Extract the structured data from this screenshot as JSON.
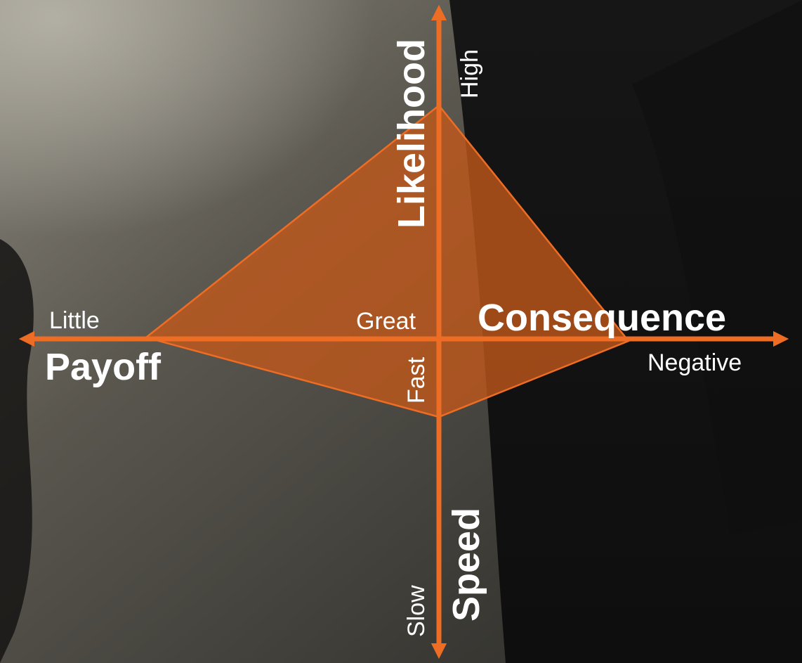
{
  "diagram": {
    "axes": {
      "likelihood": {
        "title": "Likelihood",
        "end_label": "High"
      },
      "speed": {
        "title": "Speed",
        "end_label": "Slow",
        "center_label": "Fast"
      },
      "payoff": {
        "title": "Payoff",
        "end_label": "Little",
        "center_label": "Great"
      },
      "consequence": {
        "title": "Consequence",
        "end_label": "Negative"
      }
    },
    "colors": {
      "axis": "#ee6d24",
      "fill": "#c4591a",
      "text": "#ffffff",
      "background_dark": "#151515",
      "background_sea": "#5e5b52"
    }
  }
}
